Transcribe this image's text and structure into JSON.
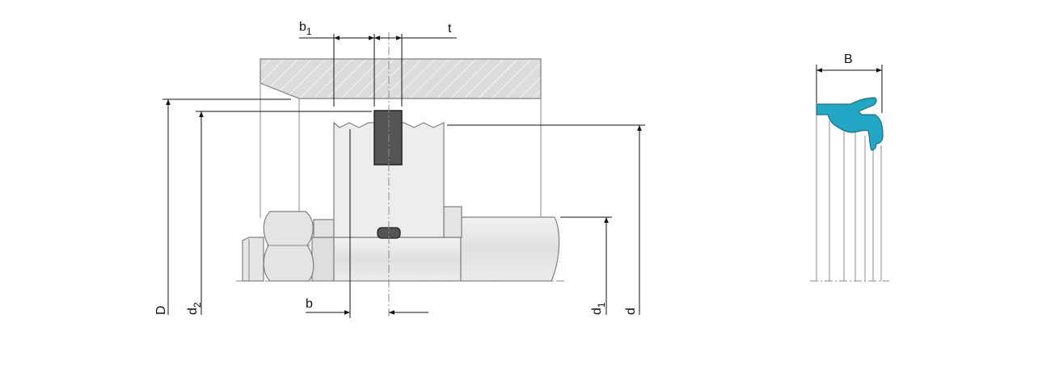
{
  "labels": {
    "b1": {
      "main": "b",
      "sub": "1"
    },
    "t": "t",
    "b": "b",
    "D": "D",
    "d2": {
      "main": "d",
      "sub": "2"
    },
    "d1": {
      "main": "d",
      "sub": "1"
    },
    "d": "d",
    "B": "B"
  },
  "colors": {
    "housing_fill": "#dcdcdc",
    "part_fill": "#ececec",
    "part_stroke": "#7f7f7f",
    "dark_seal": "#555555",
    "seal_profile": "#23a7c4",
    "dimension": "#111111"
  }
}
